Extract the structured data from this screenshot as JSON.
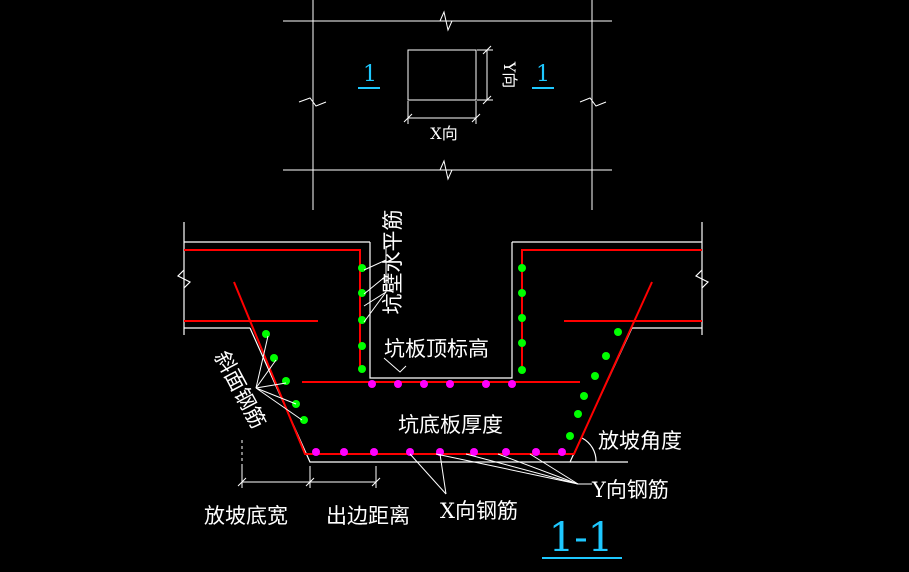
{
  "plan": {
    "section_mark_left": "1",
    "section_mark_right": "1",
    "x_dir": "X向",
    "y_dir": "Y向"
  },
  "section": {
    "title": "1-1",
    "labels": {
      "wall_horizontal_bar": "坑壁水平筋",
      "pit_slab_top_elev": "坑板顶标高",
      "pit_bottom_thickness": "坑底板厚度",
      "slope_angle": "放坡角度",
      "y_bar": "Y向钢筋",
      "slope_bar": "斜面钢筋",
      "slope_base_width": "放坡底宽",
      "edge_distance": "出边距离",
      "x_bar": "X向钢筋"
    }
  },
  "colors": {
    "background": "#000000",
    "line": "#ffffff",
    "rebar": "#ff0000",
    "green_dot": "#00ff00",
    "magenta_dot": "#ff00ff",
    "accent": "#1ec8ff"
  }
}
